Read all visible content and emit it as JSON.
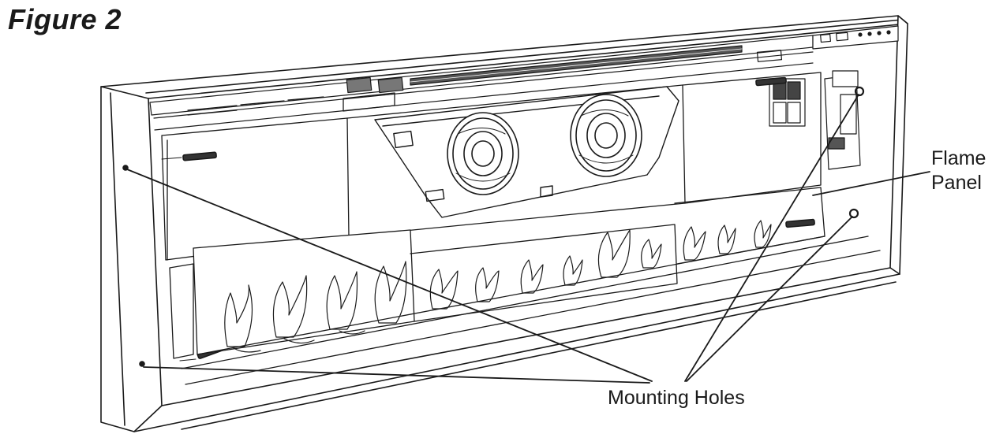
{
  "figure": {
    "title": "Figure 2"
  },
  "callouts": {
    "flame_panel_line1": "Flame",
    "flame_panel_line2": "Panel",
    "mounting_holes": "Mounting Holes"
  },
  "colors": {
    "ink": "#1a1a1a",
    "background": "#ffffff"
  }
}
